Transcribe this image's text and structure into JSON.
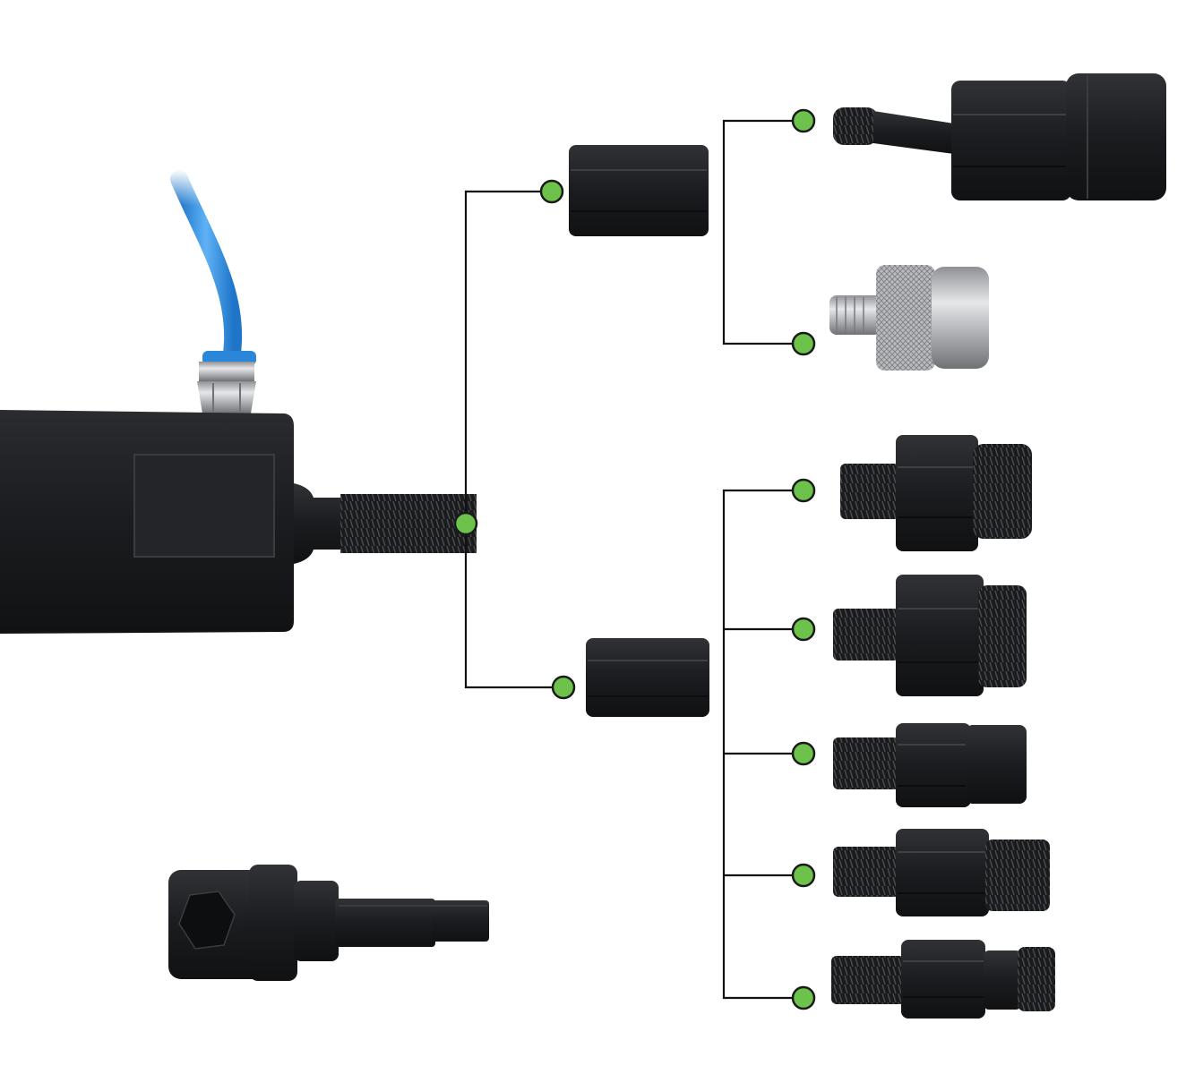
{
  "colors": {
    "background": "#ffffff",
    "connector_line": "#111111",
    "node_fill": "#6cc24a",
    "node_stroke": "#1a1a1a",
    "tool_black": "#1b1c1e",
    "hose_blue": "#2f8fe0",
    "steel": "#c8c8c8"
  },
  "parts": {
    "main_tool": "hydraulic-injector-puller-body",
    "hose": "blue-pneumatic-hose",
    "fitting": "push-in-air-fitting",
    "threaded_shaft": "threaded-output-shaft",
    "hex_coupler_upper": "hex-coupler",
    "hex_coupler_lower": "hex-coupler",
    "adapter_long_stem": "bent-stem-adapter",
    "adapter_knurled": "knurled-chrome-adapter",
    "threaded_adapters": [
      "threaded-adapter-1",
      "threaded-adapter-2",
      "threaded-adapter-3",
      "threaded-adapter-4",
      "threaded-adapter-5"
    ],
    "socket_extension": "hex-socket-extension"
  }
}
